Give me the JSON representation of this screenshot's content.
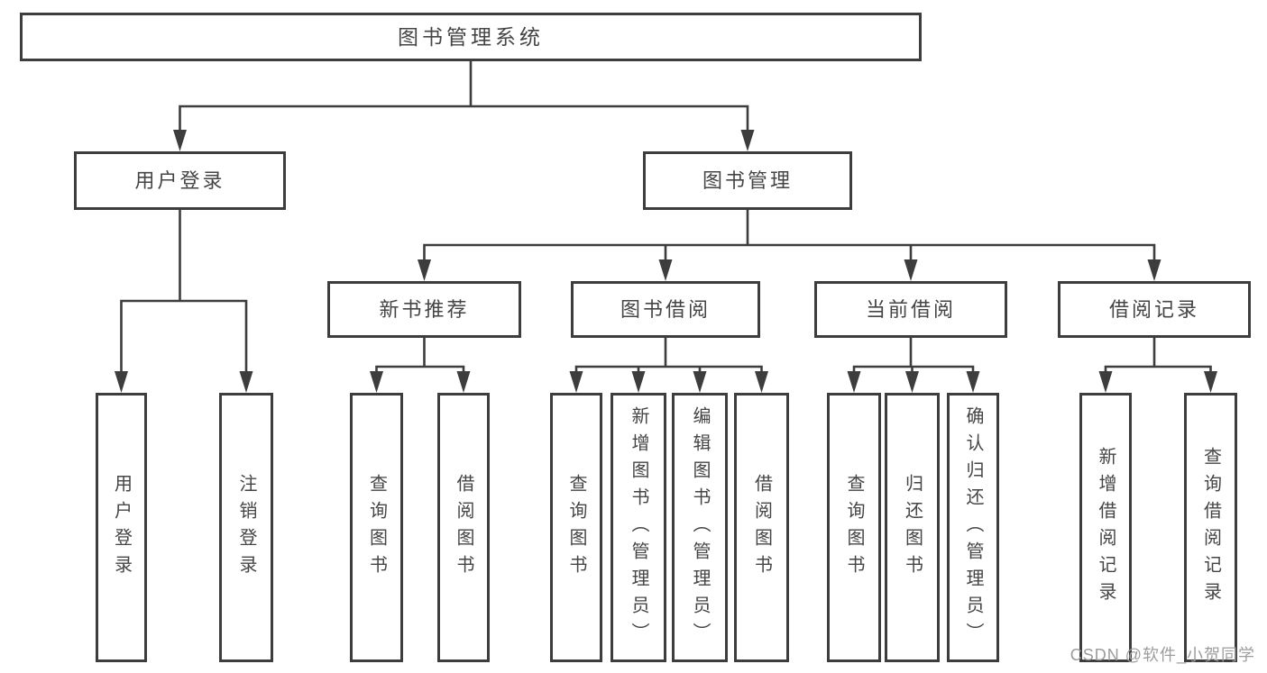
{
  "diagram_title": "图书管理系统",
  "tree": {
    "label": "图书管理系统",
    "children": [
      {
        "label": "用户登录",
        "children": [
          {
            "label": "用户登录"
          },
          {
            "label": "注销登录"
          }
        ]
      },
      {
        "label": "图书管理",
        "children": [
          {
            "label": "新书推荐",
            "children": [
              {
                "label": "查询图书"
              },
              {
                "label": "借阅图书"
              }
            ]
          },
          {
            "label": "图书借阅",
            "children": [
              {
                "label": "查询图书"
              },
              {
                "label": "新增图书（管理员）"
              },
              {
                "label": "编辑图书（管理员）"
              },
              {
                "label": "借阅图书"
              }
            ]
          },
          {
            "label": "当前借阅",
            "children": [
              {
                "label": "查询图书"
              },
              {
                "label": "归还图书"
              },
              {
                "label": "确认归还（管理员）"
              }
            ]
          },
          {
            "label": "借阅记录",
            "children": [
              {
                "label": "新增借阅记录"
              },
              {
                "label": "查询借阅记录"
              }
            ]
          }
        ]
      }
    ]
  },
  "watermark": {
    "text": "CSDN @软件_小贺同学"
  },
  "colors": {
    "line": "#3d3d3d",
    "box_border": "#3d3d3d",
    "text": "#454545",
    "background": "#ffffff",
    "watermark": "#9c9c9c"
  }
}
